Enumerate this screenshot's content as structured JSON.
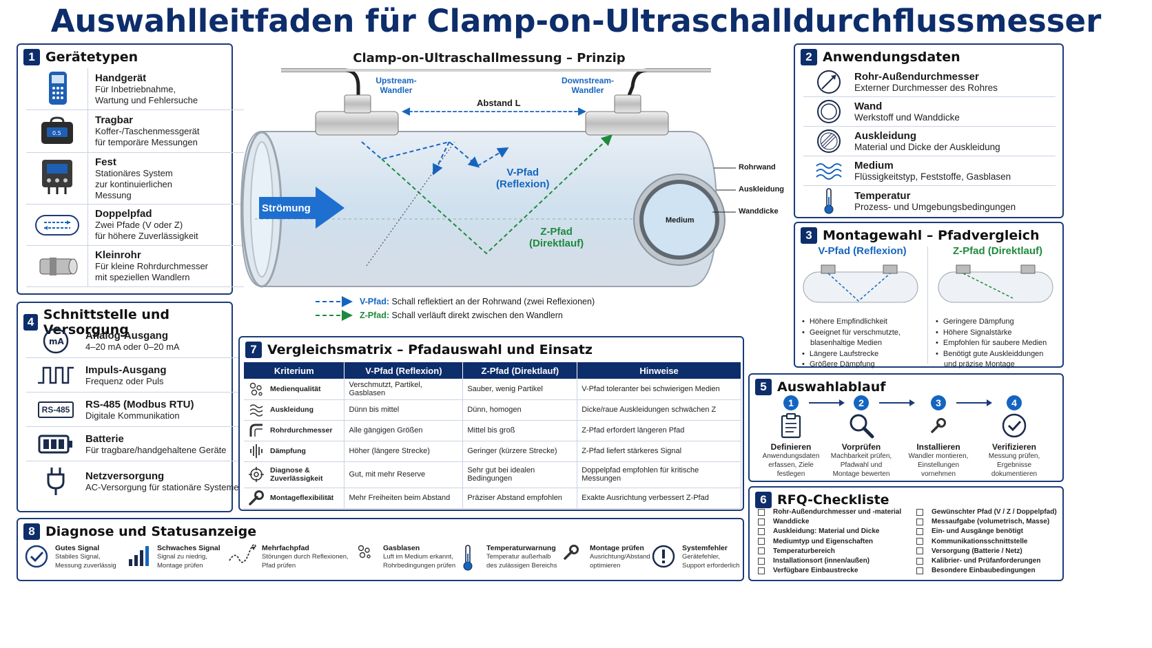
{
  "title": "Auswahlleitfaden für Clamp-on-Ultraschalldurchflussmesser",
  "panel1": {
    "num": "1",
    "title": "Gerätetypen",
    "items": [
      {
        "name": "Handgerät",
        "desc": [
          "Für Inbetriebnahme,",
          "Wartung und Fehlersuche"
        ],
        "icon": "handheld-icon"
      },
      {
        "name": "Tragbar",
        "desc": [
          "Koffer-/Taschenmessgerät",
          "für temporäre Messungen"
        ],
        "icon": "portable-case-icon"
      },
      {
        "name": "Fest",
        "desc": [
          "Stationäres System",
          "zur kontinuierlichen",
          "Messung"
        ],
        "icon": "fixed-unit-icon"
      },
      {
        "name": "Doppelpfad",
        "desc": [
          "Zwei Pfade (V oder Z)",
          "für höhere Zuverlässigkeit"
        ],
        "icon": "dual-path-icon"
      },
      {
        "name": "Kleinrohr",
        "desc": [
          "Für kleine Rohrdurchmesser",
          "mit speziellen Wandlern"
        ],
        "icon": "small-pipe-icon"
      }
    ]
  },
  "panel4": {
    "num": "4",
    "title": "Schnittstelle und Versorgung",
    "items": [
      {
        "name": "Analog-Ausgang",
        "desc": "4–20 mA oder 0–20 mA",
        "icon": "ma-icon"
      },
      {
        "name": "Impuls-Ausgang",
        "desc": "Frequenz oder Puls",
        "icon": "pulse-icon"
      },
      {
        "name": "RS-485 (Modbus RTU)",
        "desc": "Digitale Kommunikation",
        "icon": "rs485-icon",
        "icon_text": "RS-485"
      },
      {
        "name": "Batterie",
        "desc": "Für tragbare/handgehaltene Geräte",
        "icon": "battery-icon"
      },
      {
        "name": "Netzversorgung",
        "desc": "AC-Versorgung für stationäre Systeme",
        "icon": "plug-icon"
      }
    ]
  },
  "principle": {
    "title": "Clamp-on-Ultraschallmessung – Prinzip",
    "upstream": [
      "Upstream-",
      "Wandler"
    ],
    "downstream": [
      "Downstream-",
      "Wandler"
    ],
    "distance": "Abstand L",
    "flow": "Strömung",
    "vpath": [
      "V-Pfad",
      "(Reflexion)"
    ],
    "zpath": [
      "Z-Pfad",
      "(Direktlauf)"
    ],
    "medium": "Medium",
    "rohrwand": "Rohrwand",
    "auskleidung": "Auskleidung",
    "wanddicke": "Wanddicke",
    "legend_v_key": "V-Pfad:",
    "legend_v_text": "Schall reflektiert an der Rohrwand (zwei Reflexionen)",
    "legend_z_key": "Z-Pfad:",
    "legend_z_text": "Schall verläuft direkt zwischen den Wandlern",
    "colors": {
      "v": "#1565c0",
      "z": "#1e8a3c"
    }
  },
  "panel2": {
    "num": "2",
    "title": "Anwendungsdaten",
    "items": [
      {
        "name": "Rohr-Außendurchmesser",
        "desc": "Externer Durchmesser des Rohres",
        "icon": "diameter-icon"
      },
      {
        "name": "Wand",
        "desc": "Werkstoff und Wanddicke",
        "icon": "wall-icon"
      },
      {
        "name": "Auskleidung",
        "desc": "Material und Dicke der Auskleidung",
        "icon": "lining-icon"
      },
      {
        "name": "Medium",
        "desc": "Flüssigkeitstyp, Feststoffe, Gasblasen",
        "icon": "waves-icon"
      },
      {
        "name": "Temperatur",
        "desc": "Prozess- und Umgebungsbedingungen",
        "icon": "thermometer-icon"
      }
    ]
  },
  "panel3": {
    "num": "3",
    "title": "Montagewahl – Pfadvergleich",
    "v_title": "V-Pfad (Reflexion)",
    "z_title": "Z-Pfad (Direktlauf)",
    "v_list": [
      "Höhere Empfindlichkeit",
      "Geeignet für verschmutzte,",
      "blasenhaltige Medien",
      "Längere Laufstrecke",
      "Größere Dämpfung"
    ],
    "z_list": [
      "Geringere Dämpfung",
      "Höhere Signalstärke",
      "Empfohlen für saubere Medien",
      "Benötigt gute Auskleiddungen",
      "und präzise Montage"
    ]
  },
  "panel5": {
    "num": "5",
    "title": "Auswahlablauf",
    "steps": [
      {
        "n": "1",
        "name": "Definieren",
        "desc": [
          "Anwendungsdaten",
          "erfassen, Ziele",
          "festlegen"
        ],
        "icon": "clipboard-icon"
      },
      {
        "n": "2",
        "name": "Vorprüfen",
        "desc": [
          "Machbarkeit prüfen,",
          "Pfadwahl und",
          "Montage bewerten"
        ],
        "icon": "magnifier-icon"
      },
      {
        "n": "3",
        "name": "Installieren",
        "desc": [
          "Wandler montieren,",
          "Einstellungen",
          "vornehmen"
        ],
        "icon": "wrench-icon"
      },
      {
        "n": "4",
        "name": "Verifizieren",
        "desc": [
          "Messung prüfen,",
          "Ergebnisse",
          "dokumentieren"
        ],
        "icon": "check-icon"
      }
    ]
  },
  "panel7": {
    "num": "7",
    "title": "Vergleichsmatrix – Pfadauswahl und Einsatz",
    "headers": [
      "Kriterium",
      "V-Pfad (Reflexion)",
      "Z-Pfad (Direktlauf)",
      "Hinweise"
    ],
    "rows": [
      {
        "crit": "Medienqualität",
        "v": "Verschmutzt, Partikel, Gasblasen",
        "z": "Sauber, wenig Partikel",
        "note": "V-Pfad toleranter bei schwierigen Medien",
        "icon": "bubbles-icon"
      },
      {
        "crit": "Auskleidung",
        "v": "Dünn bis mittel",
        "z": "Dünn, homogen",
        "note": "Dicke/raue Auskleidungen schwächen Z",
        "icon": "layers-icon"
      },
      {
        "crit": "Rohrdurchmesser",
        "v": "Alle gängigen Größen",
        "z": "Mittel bis groß",
        "note": "Z-Pfad erfordert längeren Pfad",
        "icon": "pipe-bend-icon"
      },
      {
        "crit": "Dämpfung",
        "v": "Höher (längere Strecke)",
        "z": "Geringer (kürzere Strecke)",
        "note": "Z-Pfad liefert stärkeres Signal",
        "icon": "signal-icon"
      },
      {
        "crit": "Diagnose & Zuverlässigkeit",
        "v": "Gut, mit mehr Reserve",
        "z": "Sehr gut bei idealen Bedingungen",
        "note": "Doppelpfad empfohlen für kritische Messungen",
        "icon": "target-icon"
      },
      {
        "crit": "Montageflexibilität",
        "v": "Mehr Freiheiten beim Abstand",
        "z": "Präziser Abstand empfohlen",
        "note": "Exakte Ausrichtung verbessert Z-Pfad",
        "icon": "wrench-icon"
      }
    ]
  },
  "panel8": {
    "num": "8",
    "title": "Diagnose und Statusanzeige",
    "items": [
      {
        "name": "Gutes Signal",
        "desc": [
          "Stabiles Signal,",
          "Messung zuverlässig"
        ],
        "icon": "check-circle-icon"
      },
      {
        "name": "Schwaches Signal",
        "desc": [
          "Signal zu niedrig,",
          "Montage prüfen"
        ],
        "icon": "bars-icon"
      },
      {
        "name": "Mehrfachpfad",
        "desc": [
          "Störungen durch Reflexionen,",
          "Pfad prüfen"
        ],
        "icon": "multipath-icon"
      },
      {
        "name": "Gasblasen",
        "desc": [
          "Luft im Medium erkannt,",
          "Rohrbedingungen prüfen"
        ],
        "icon": "bubbles-icon"
      },
      {
        "name": "Temperaturwarnung",
        "desc": [
          "Temperatur außerhalb",
          "des zulässigen Bereichs"
        ],
        "icon": "thermometer-icon"
      },
      {
        "name": "Montage prüfen",
        "desc": [
          "Ausrichtung/Abstand",
          "optimieren"
        ],
        "icon": "wrench-icon"
      },
      {
        "name": "Systemfehler",
        "desc": [
          "Gerätefehler,",
          "Support erforderlich"
        ],
        "icon": "alert-icon"
      }
    ]
  },
  "panel6": {
    "num": "6",
    "title": "RFQ-Checkliste",
    "left": [
      "Rohr-Außendurchmesser und -material",
      "Wanddicke",
      "Auskleidung: Material und Dicke",
      "Mediumtyp und Eigenschaften",
      "Temperaturbereich",
      "Installationsort (innen/außen)",
      "Verfügbare Einbaustrecke"
    ],
    "right": [
      "Gewünschter Pfad (V / Z / Doppelpfad)",
      "Messaufgabe (volumetrisch, Masse)",
      "Ein- und Ausgänge benötigt",
      "Kommunikationsschnittstelle",
      "Versorgung (Batterie / Netz)",
      "Kalibrier- und Prüfanforderungen",
      "Besondere Einbaubedingungen"
    ]
  }
}
